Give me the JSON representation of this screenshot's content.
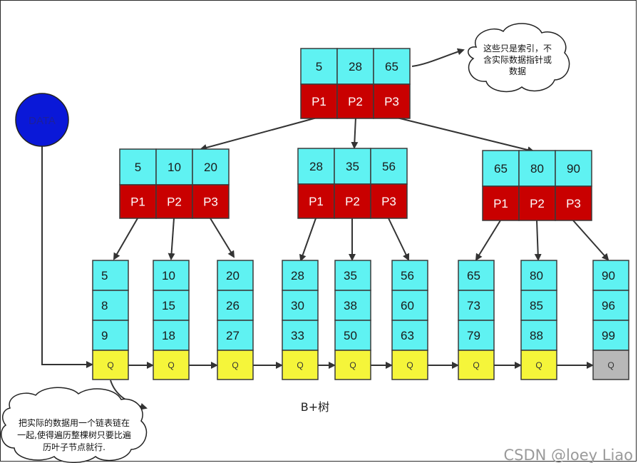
{
  "root": {
    "keys": [
      "5",
      "28",
      "65"
    ],
    "pointers": [
      "P1",
      "P2",
      "P3"
    ]
  },
  "internal_nodes": [
    {
      "keys": [
        "5",
        "10",
        "20"
      ],
      "pointers": [
        "P1",
        "P2",
        "P3"
      ]
    },
    {
      "keys": [
        "28",
        "35",
        "56"
      ],
      "pointers": [
        "P1",
        "P2",
        "P3"
      ]
    },
    {
      "keys": [
        "65",
        "80",
        "90"
      ],
      "pointers": [
        "P1",
        "P2",
        "P3"
      ]
    }
  ],
  "leaves": [
    {
      "keys": [
        "5",
        "8",
        "9"
      ],
      "link": "Q"
    },
    {
      "keys": [
        "10",
        "15",
        "18"
      ],
      "link": "Q"
    },
    {
      "keys": [
        "20",
        "26",
        "27"
      ],
      "link": "Q"
    },
    {
      "keys": [
        "28",
        "30",
        "33"
      ],
      "link": "Q"
    },
    {
      "keys": [
        "35",
        "38",
        "50"
      ],
      "link": "Q"
    },
    {
      "keys": [
        "56",
        "60",
        "63"
      ],
      "link": "Q"
    },
    {
      "keys": [
        "65",
        "73",
        "79"
      ],
      "link": "Q"
    },
    {
      "keys": [
        "80",
        "85",
        "88"
      ],
      "link": "Q"
    },
    {
      "keys": [
        "90",
        "96",
        "99"
      ],
      "link": "Q"
    }
  ],
  "data_node": {
    "label": "DATA"
  },
  "notes": {
    "index_note": [
      "这些只是索引，不",
      "含实际数据指针或",
      "数据"
    ],
    "linked_list_note": [
      "把实际的数据用一个链表链在",
      "一起,使得遍历整棵树只要比遍",
      "历叶子节点就行."
    ]
  },
  "caption": "B+树",
  "watermark": "CSDN @loey Liao",
  "colors": {
    "key_cell": "#5ff2f2",
    "pointer_cell": "#c90000",
    "link_cell": "#f5f53a",
    "link_cell_end": "#b8b8b8",
    "data_node": "#0a18d8"
  }
}
